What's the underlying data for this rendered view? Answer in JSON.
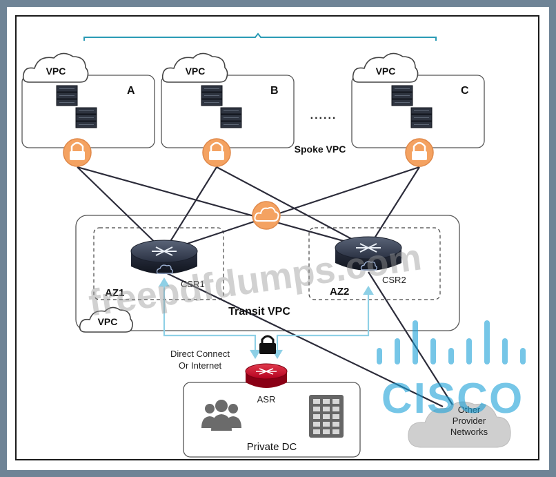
{
  "spoke_vpcs": [
    {
      "cloud_label": "VPC",
      "letter": "A"
    },
    {
      "cloud_label": "VPC",
      "letter": "B"
    },
    {
      "cloud_label": "VPC",
      "letter": "C"
    }
  ],
  "ellipsis": "......",
  "spoke_label": "Spoke VPC",
  "transit": {
    "label": "Transit VPC",
    "vpc_cloud": "VPC",
    "az1": "AZ1",
    "az2": "AZ2",
    "csr1": "CSR1",
    "csr2": "CSR2"
  },
  "connection_label_line1": "Direct Connect",
  "connection_label_line2": "Or Internet",
  "asr_label": "ASR",
  "private_dc_label": "Private DC",
  "other_networks": {
    "line1": "Other",
    "line2": "Provider",
    "line3": "Networks"
  },
  "watermarks": {
    "site": "freepdfdumps.com",
    "brand": "CISCO"
  },
  "colors": {
    "bracket": "#2a9bb5",
    "vpn_orange": "#f4a261",
    "cloud_border": "#444444",
    "link_blue": "#8ed0e6",
    "asr_red": "#c8102e",
    "cisco_blue": "#1ba0d7"
  }
}
